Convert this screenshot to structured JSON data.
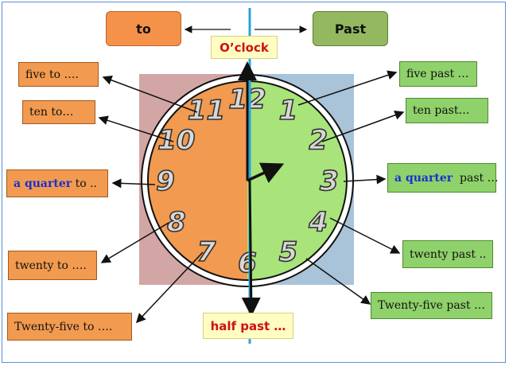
{
  "headers": {
    "to": "to",
    "past": "Past"
  },
  "oclock": "O’clock",
  "half_past": "half past …",
  "left_labels": {
    "five_to": "five to ….",
    "ten_to": "ten to…",
    "quarter_word": "a quarter",
    "quarter_tail": " to ..",
    "twenty_to": "twenty to ….",
    "twentyfive_to": "Twenty-five to …."
  },
  "right_labels": {
    "five_past": "five past …",
    "ten_past": "ten past…",
    "quarter_word": "a quarter",
    "quarter_tail": "  past …",
    "twenty_past": "twenty past ..",
    "twentyfive_past": "Twenty-five past …"
  },
  "clock_numbers": [
    "12",
    "1",
    "2",
    "3",
    "4",
    "5",
    "6",
    "7",
    "8",
    "9",
    "10",
    "11"
  ],
  "colors": {
    "to_half": "#f29a4f",
    "past_half": "#a8e47a",
    "divider": "#2ea3d6",
    "label_text_blue": "#1a2fd0",
    "title_red": "#d01010"
  }
}
